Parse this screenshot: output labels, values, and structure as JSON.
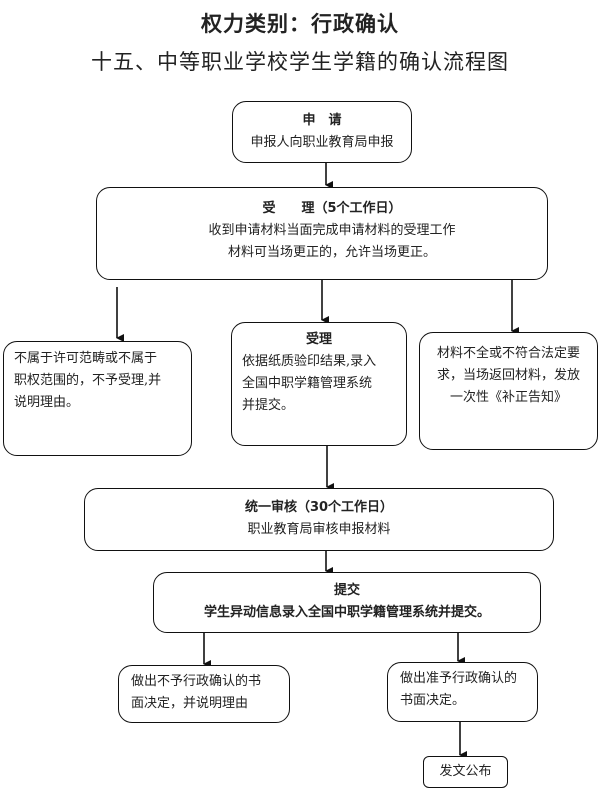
{
  "header": {
    "power_category": "权力类别：行政确认",
    "flow_title": "十五、中等职业学校学生学籍的确认流程图"
  },
  "nodes": {
    "apply": {
      "heading": "申　请",
      "text": "申报人向职业教育局申报"
    },
    "accept": {
      "heading": "受　　理（5个工作日）",
      "lines": [
        "收到申请材料当面完成申请材料的受理工作",
        "材料可当场更正的，允许当场更正。"
      ]
    },
    "reject_scope": {
      "lines": [
        "不属于许可范畴或不属于",
        "职权范围的，不予受理,并",
        "说明理由。"
      ]
    },
    "accept_entry": {
      "heading": "受理",
      "lines": [
        "依据纸质验印结果,录入",
        "全国中职学籍管理系统",
        "并提交。"
      ]
    },
    "incomplete": {
      "lines": [
        "材料不全或不符合法定要",
        "求，当场返回材料，发放",
        "一次性《补正告知》"
      ]
    },
    "review": {
      "heading": "统一审核（30个工作日）",
      "text": "职业教育局审核申报材料"
    },
    "submit": {
      "heading": "提交",
      "text": "学生异动信息录入全国中职学籍管理系统并提交。"
    },
    "deny": {
      "lines": [
        "做出不予行政确认的书",
        "面决定，并说明理由"
      ]
    },
    "approve": {
      "lines": [
        "做出准予行政确认的",
        "书面决定。"
      ]
    },
    "publish": {
      "text": "发文公布"
    }
  }
}
